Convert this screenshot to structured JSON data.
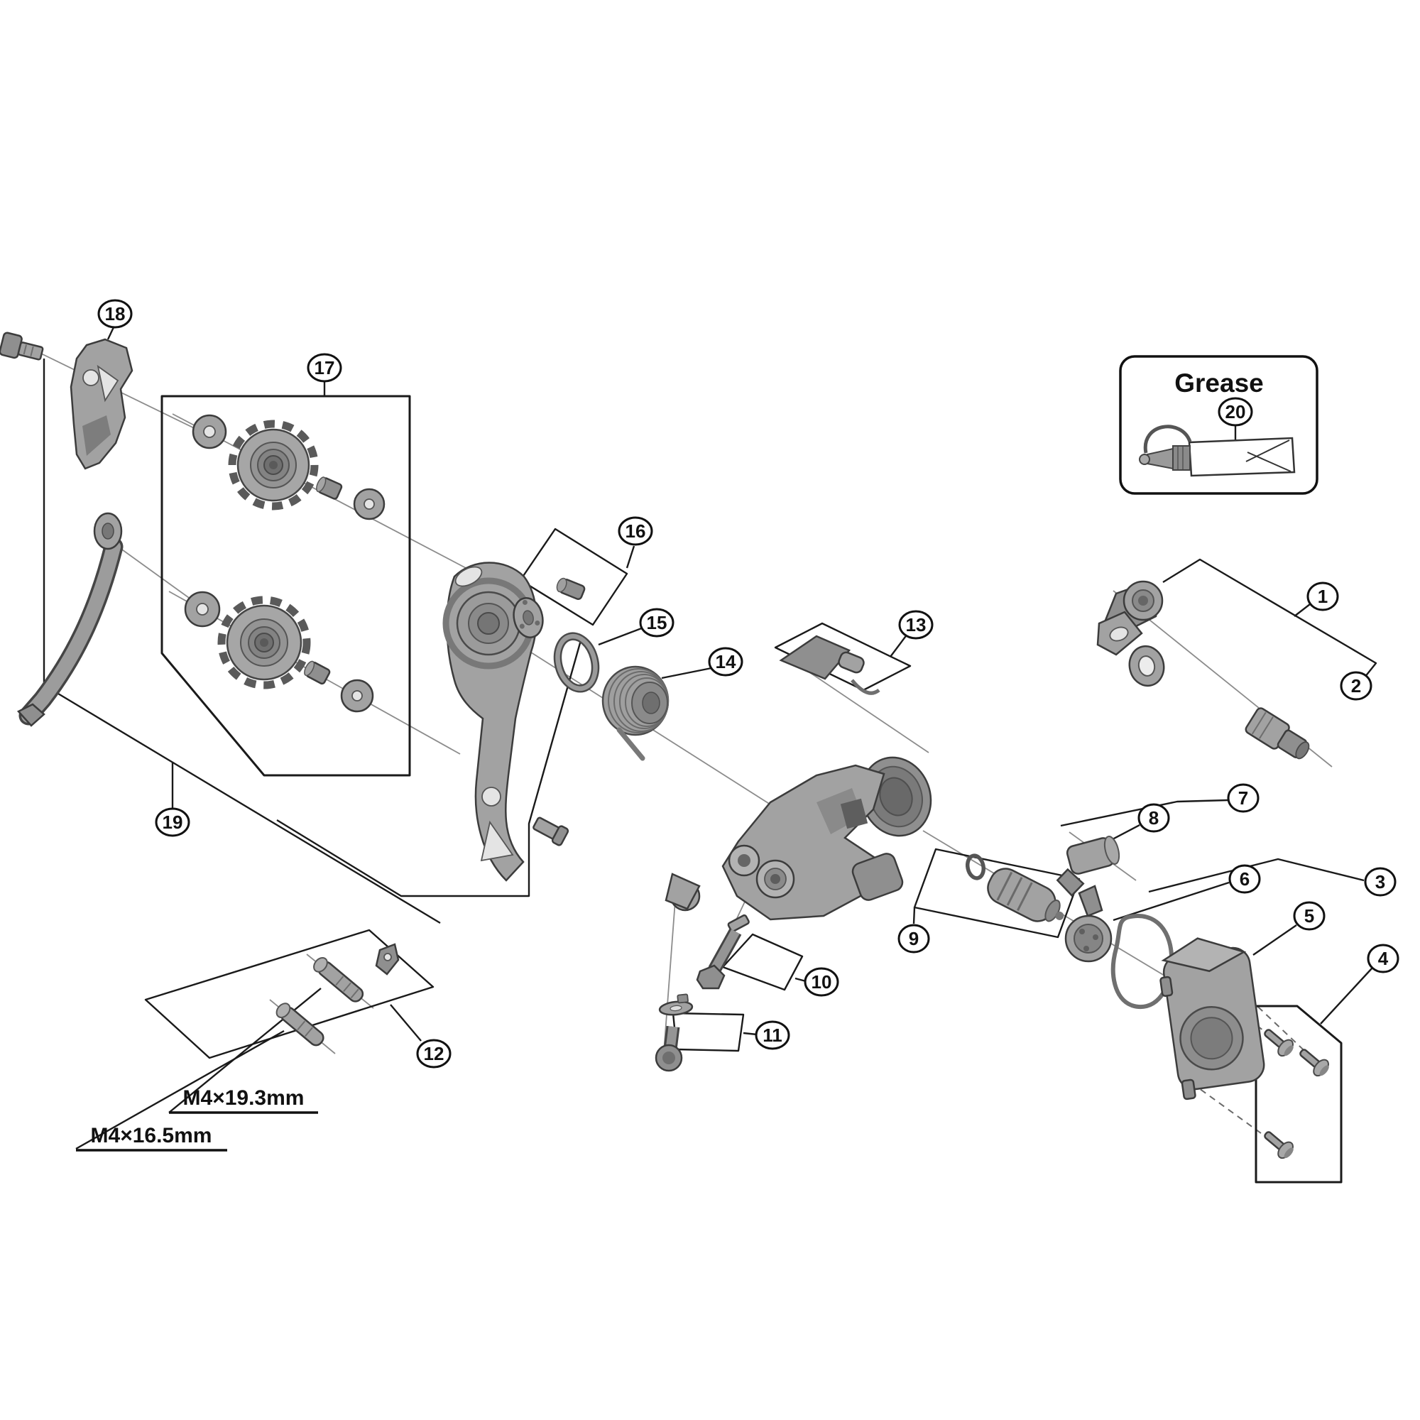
{
  "callouts": {
    "c1": {
      "label": "1"
    },
    "c2": {
      "label": "2"
    },
    "c3": {
      "label": "3"
    },
    "c4": {
      "label": "4"
    },
    "c5": {
      "label": "5"
    },
    "c6": {
      "label": "6"
    },
    "c7": {
      "label": "7"
    },
    "c8": {
      "label": "8"
    },
    "c9": {
      "label": "9"
    },
    "c10": {
      "label": "10"
    },
    "c11": {
      "label": "11"
    },
    "c12": {
      "label": "12"
    },
    "c13": {
      "label": "13"
    },
    "c14": {
      "label": "14"
    },
    "c15": {
      "label": "15"
    },
    "c16": {
      "label": "16"
    },
    "c17": {
      "label": "17"
    },
    "c18": {
      "label": "18"
    },
    "c19": {
      "label": "19"
    },
    "c20": {
      "label": "20"
    }
  },
  "grease_panel": {
    "title": "Grease"
  },
  "dimension_labels": {
    "long_screw": "M4×19.3mm",
    "short_screw": "M4×16.5mm"
  }
}
